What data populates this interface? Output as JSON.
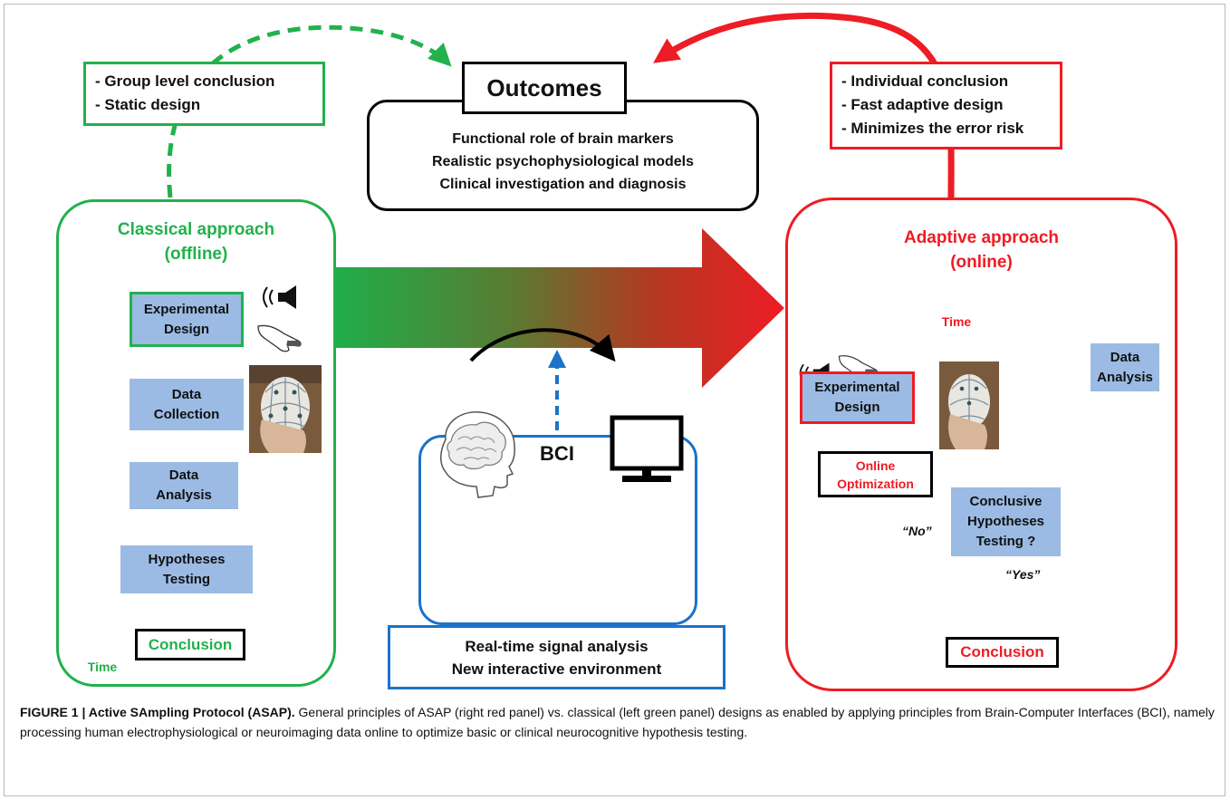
{
  "outcomes": {
    "title": "Outcomes",
    "lines": [
      "Functional role of brain markers",
      "Realistic psychophysiological models",
      "Clinical investigation and diagnosis"
    ]
  },
  "classical": {
    "bullets": [
      "- Group level conclusion",
      "- Static design"
    ],
    "title_line1": "Classical approach",
    "title_line2": "(offline)",
    "steps": [
      [
        "Experimental",
        "Design"
      ],
      [
        "Data",
        "Collection"
      ],
      [
        "Data",
        "Analysis"
      ],
      [
        "Hypotheses",
        "Testing"
      ]
    ],
    "conclusion": "Conclusion",
    "time_label": "Time"
  },
  "adaptive": {
    "bullets": [
      "- Individual conclusion",
      "- Fast adaptive design",
      "- Minimizes the error risk"
    ],
    "title_line1": "Adaptive approach",
    "title_line2": "(online)",
    "experimental": [
      "Experimental",
      "Design"
    ],
    "data_analysis": [
      "Data",
      "Analysis"
    ],
    "online_opt": [
      "Online",
      "Optimization"
    ],
    "hypotheses": [
      "Conclusive",
      "Hypotheses",
      "Testing ?"
    ],
    "time_label": "Time",
    "no_label": "“No”",
    "yes_label": "“Yes”",
    "conclusion": "Conclusion"
  },
  "bci": {
    "label": "BCI",
    "lines": [
      "Real-time signal analysis",
      "New interactive environment"
    ]
  },
  "caption": {
    "label": "FIGURE 1 | Active SAmpling Protocol (ASAP).",
    "text": " General principles of ASAP (right red panel) vs. classical (left green panel) designs as enabled by applying principles from Brain-Computer Interfaces (BCI), namely processing human electrophysiological or neuroimaging data online to optimize basic or clinical neurocognitive hypothesis testing."
  },
  "colors": {
    "green": "#22b14c",
    "red": "#ee1c24",
    "blue": "#1a73c9",
    "step_fill": "#9bbbe4"
  },
  "icons": [
    "speaker-icon",
    "hand-icon",
    "eeg-photo",
    "brain-icon",
    "monitor-icon"
  ]
}
